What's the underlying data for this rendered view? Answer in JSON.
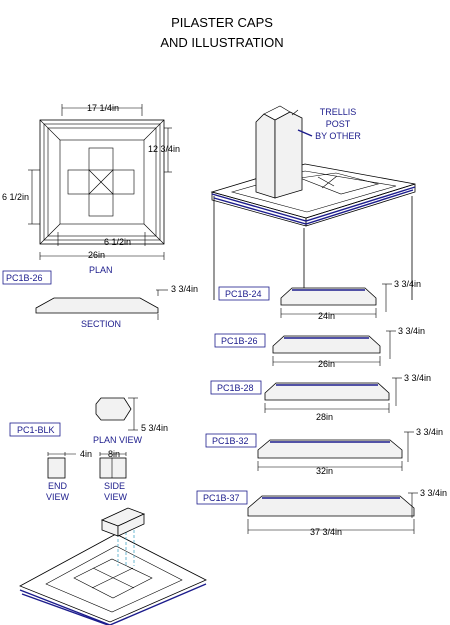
{
  "title": {
    "line1": "PILASTER CAPS",
    "line2": "AND ILLUSTRATION"
  },
  "plan": {
    "dim_top": "17 1/4in",
    "dim_right": "12 3/4in",
    "dim_left": "6 1/2in",
    "dim_inner": "6 1/2in",
    "dim_width": "26in",
    "label": "PLAN"
  },
  "trellis": {
    "line1": "TRELLIS",
    "line2": "POST",
    "line3": "BY OTHER"
  },
  "section": {
    "tag": "PC1B-26",
    "height": "3 3/4in",
    "label": "SECTION"
  },
  "caps": [
    {
      "tag": "PC1B-24",
      "height": "3 3/4in",
      "width": "24in"
    },
    {
      "tag": "PC1B-26",
      "height": "3 3/4in",
      "width": "26in"
    },
    {
      "tag": "PC1B-28",
      "height": "3 3/4in",
      "width": "28in"
    },
    {
      "tag": "PC1B-32",
      "height": "3 3/4in",
      "width": "32in"
    },
    {
      "tag": "PC1B-37",
      "height": "3 3/4in",
      "width": "37 3/4in"
    }
  ],
  "block": {
    "tag": "PC1-BLK",
    "plan_height": "5 3/4in",
    "plan_label": "PLAN VIEW",
    "end_dim": "4in",
    "side_dim": "8in",
    "end_label_1": "END",
    "end_label_2": "VIEW",
    "side_label_1": "SIDE",
    "side_label_2": "VIEW"
  },
  "colors": {
    "accent": "#1c1c8c",
    "guide": "#4aa8c8"
  }
}
